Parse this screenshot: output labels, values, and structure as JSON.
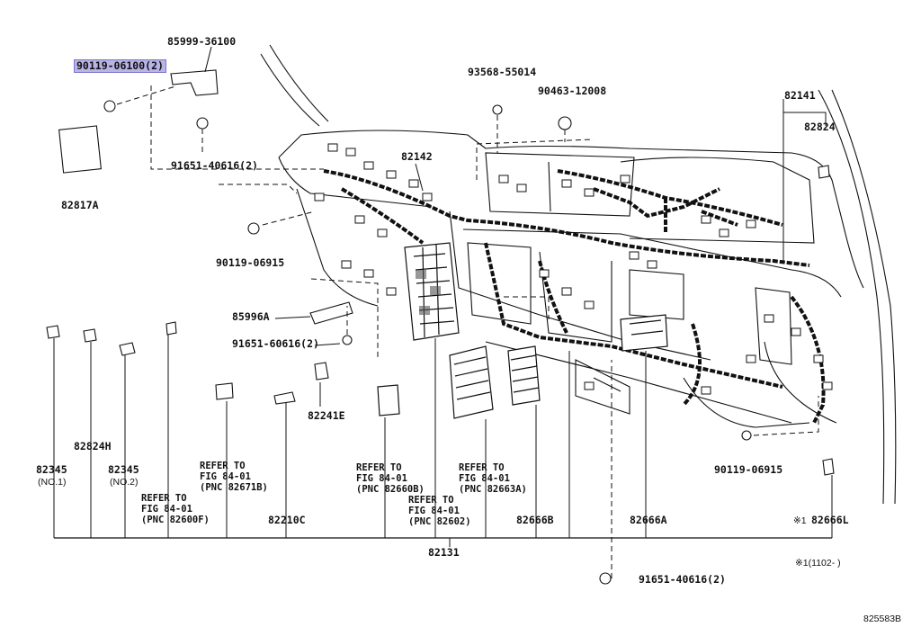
{
  "labels": {
    "p85999": "85999-36100",
    "p90119_top": "90119-06100(2)",
    "p82817A": "82817A",
    "p91651_a": "91651-40616(2)",
    "p93568": "93568-55014",
    "p90463": "90463-12008",
    "p82142": "82142",
    "p82141": "82141",
    "p82824": "82824",
    "p90119_b": "90119-06915",
    "p85996A": "85996A",
    "p91651_b": "91651-60616(2)",
    "p82241E": "82241E",
    "p82345_1": "82345",
    "p82345_1_note": "(NO.1)",
    "p82824H": "82824H",
    "p82345_2": "82345",
    "p82345_2_note": "(NO.2)",
    "p82210C": "82210C",
    "p82666B": "82666B",
    "p82666A": "82666A",
    "p82666L": "82666L",
    "p82666L_mark": "※1",
    "p90119_c": "90119-06915",
    "p82131": "82131",
    "p91651_c": "91651-40616(2)",
    "footnote": "※1(1102-     )",
    "diagram_id": "825583B"
  },
  "refs": [
    {
      "line1": "REFER TO",
      "line2": "FIG 84-01",
      "line3": "(PNC 82600F)"
    },
    {
      "line1": "REFER TO",
      "line2": "FIG 84-01",
      "line3": "(PNC 82671B)"
    },
    {
      "line1": "REFER TO",
      "line2": "FIG 84-01",
      "line3": "(PNC 82660B)"
    },
    {
      "line1": "REFER TO",
      "line2": "FIG 84-01",
      "line3": "(PNC 82602)"
    },
    {
      "line1": "REFER TO",
      "line2": "FIG 84-01",
      "line3": "(PNC 82663A)"
    }
  ],
  "colors": {
    "highlight": "#b9b4e6",
    "ink": "#111111"
  }
}
